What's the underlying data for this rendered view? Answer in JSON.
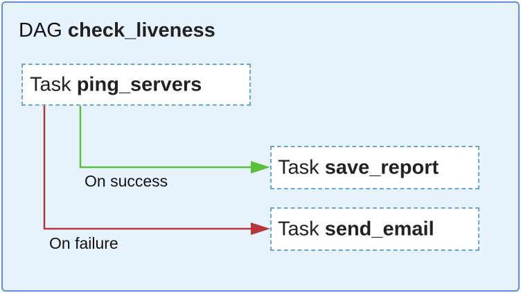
{
  "dag": {
    "prefix": "DAG",
    "name": "check_liveness"
  },
  "tasks": {
    "ping": {
      "prefix": "Task",
      "name": "ping_servers"
    },
    "save": {
      "prefix": "Task",
      "name": "save_report"
    },
    "email": {
      "prefix": "Task",
      "name": "send_email"
    }
  },
  "edges": {
    "success": {
      "label": "On success",
      "color": "#5cbf3c"
    },
    "failure": {
      "label": "On failure",
      "color": "#b5373a"
    }
  },
  "colors": {
    "container_border": "#5b8edb",
    "container_fill": "#e6f3fc",
    "task_border": "#62a6dd"
  }
}
